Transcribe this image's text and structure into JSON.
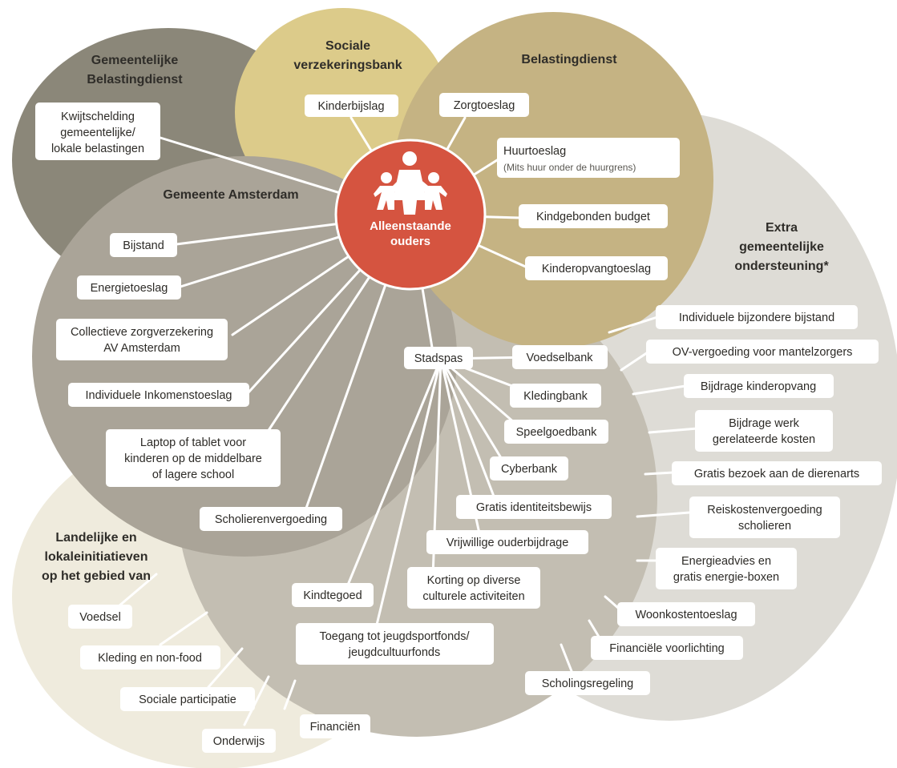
{
  "center": {
    "line1": "Alleenstaande",
    "line2": "ouders",
    "icon": "family-icon"
  },
  "groups": {
    "gemeentelijke_belastingdienst": {
      "title_line1": "Gemeentelijke",
      "title_line2": "Belastingdienst",
      "color": "#8b8779"
    },
    "svb": {
      "title_line1": "Sociale",
      "title_line2": "verzekeringsbank",
      "color": "#dccb8a"
    },
    "belastingdienst": {
      "title": "Belastingdienst",
      "color": "#c5b383"
    },
    "extra": {
      "title_line1": "Extra",
      "title_line2": "gemeentelijke",
      "title_line3": "ondersteuning*",
      "color": "#dedcd6"
    },
    "amsterdam": {
      "title": "Gemeente Amsterdam",
      "color": "#aaa498"
    },
    "landelijk": {
      "title_line1": "Landelijke en",
      "title_line2": "lokaleinitiatieven",
      "title_line3": "op het gebied van",
      "color": "#efebdd"
    },
    "stadspas_area": {
      "color": "#c3beb2"
    }
  },
  "items": {
    "kwijtschelding": [
      "Kwijtschelding",
      "gemeentelijke/",
      "lokale belastingen"
    ],
    "kinderbijslag": "Kinderbijslag",
    "zorgtoeslag": "Zorgtoeslag",
    "huurtoeslag": "Huurtoeslag",
    "huurtoeslag_note": "(Mits huur onder de huurgrens)",
    "kindgebonden_budget": "Kindgebonden budget",
    "kinderopvangtoeslag": "Kinderopvangtoeslag",
    "bijstand": "Bijstand",
    "energietoeslag": "Energietoeslag",
    "collectieve": [
      "Collectieve zorgverzekering",
      "AV Amsterdam"
    ],
    "iit": "Individuele Inkomenstoeslag",
    "laptop": [
      "Laptop of tablet voor",
      "kinderen op de middelbare",
      "of lagere school"
    ],
    "scholierenvergoeding": "Scholierenvergoeding",
    "stadspas": "Stadspas",
    "voedselbank": "Voedselbank",
    "kledingbank": "Kledingbank",
    "speelgoedbank": "Speelgoedbank",
    "cyberbank": "Cyberbank",
    "gratis_id": "Gratis identiteitsbewijs",
    "vrijwillige": "Vrijwillige ouderbijdrage",
    "korting": [
      "Korting op diverse",
      "culturele activiteiten"
    ],
    "kindtegoed": "Kindtegoed",
    "toegang": [
      "Toegang tot jeugdsportfonds/",
      "jeugdcultuurfonds"
    ],
    "ibb": "Individuele bijzondere bijstand",
    "ov": "OV-vergoeding voor mantelzorgers",
    "bijdrage_ko": "Bijdrage kinderopvang",
    "bijdrage_werk": [
      "Bijdrage werk",
      "gerelateerde kosten"
    ],
    "dierenarts": "Gratis bezoek aan de dierenarts",
    "reiskosten": [
      "Reiskostenvergoeding",
      "scholieren"
    ],
    "energieadvies": [
      "Energieadvies en",
      "gratis energie-boxen"
    ],
    "woonkosten": "Woonkostentoeslag",
    "financiele": "Financiële voorlichting",
    "scholing": "Scholingsregeling",
    "voedsel": "Voedsel",
    "kleding": "Kleding en non-food",
    "sociale": "Sociale participatie",
    "onderwijs": "Onderwijs",
    "financien": "Financiën"
  }
}
